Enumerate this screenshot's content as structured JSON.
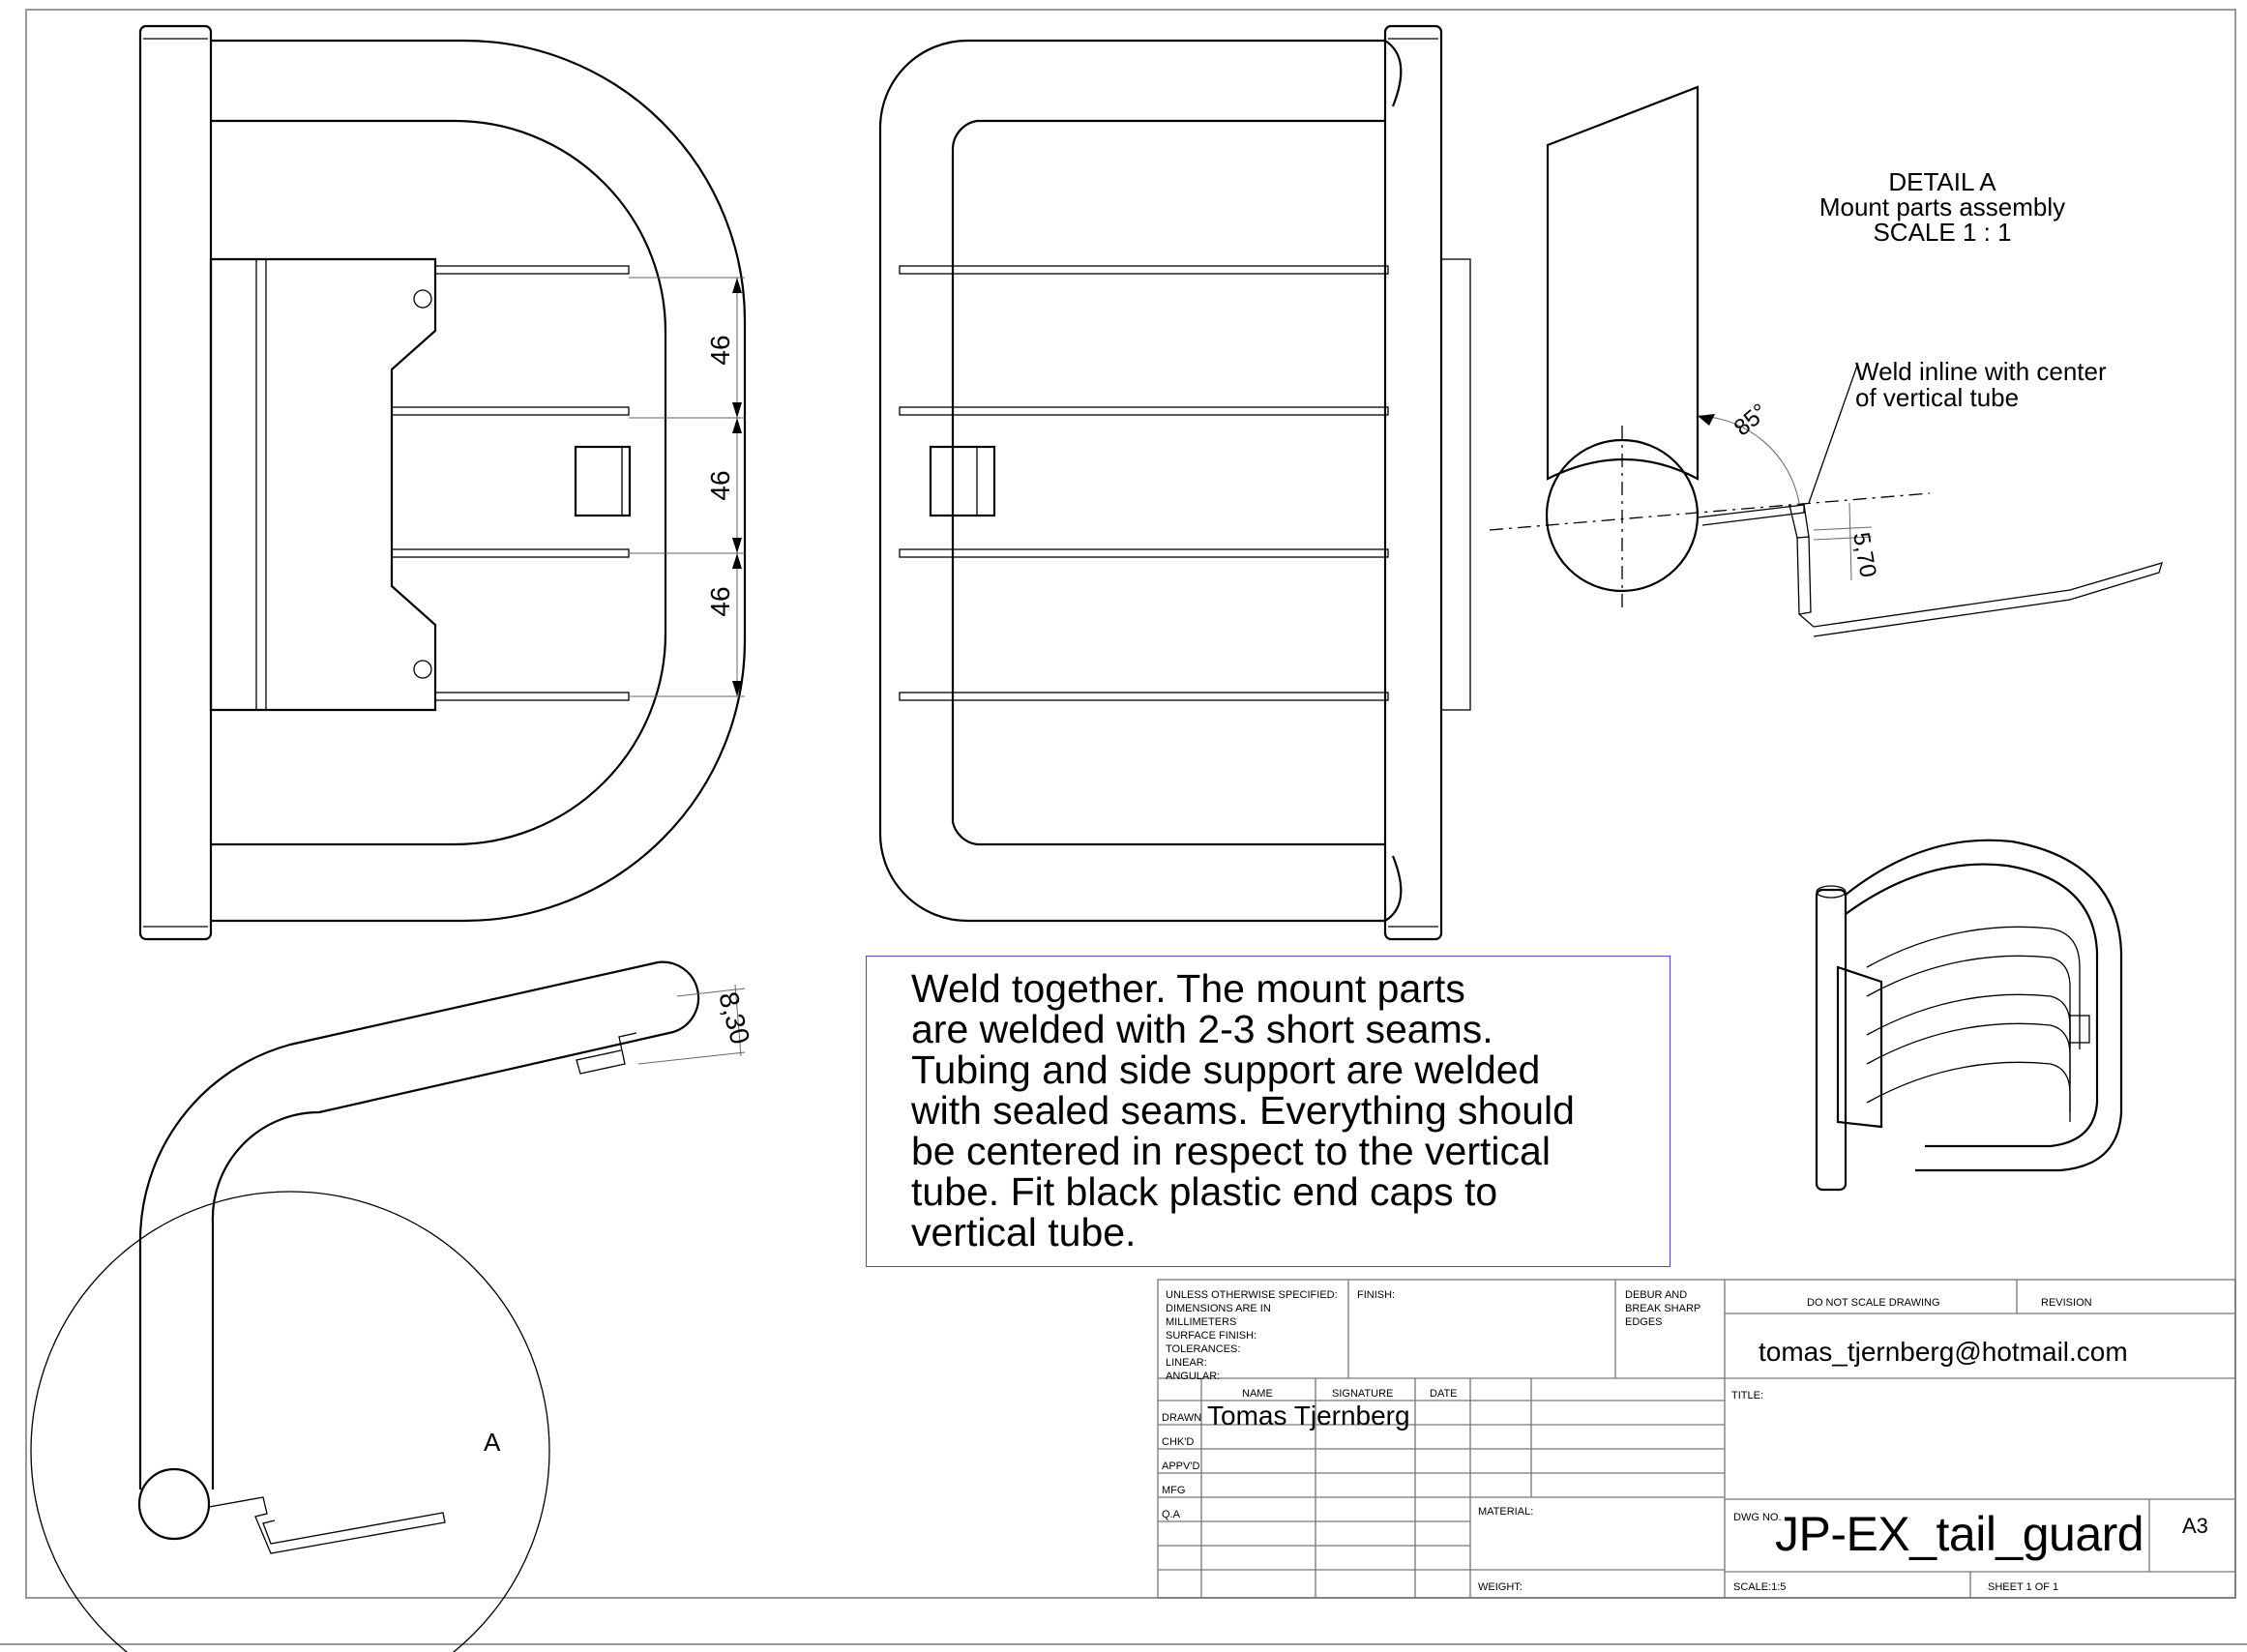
{
  "detail_view": {
    "title": "DETAIL A",
    "subtitle": "Mount parts assembly",
    "scale": "SCALE 1 : 1",
    "weld_note_line1": "Weld inline with center",
    "weld_note_line2": "of vertical tube",
    "angle_label": "85°",
    "offset_dim": "5,70"
  },
  "dimensions": {
    "spacing_1": "46",
    "spacing_2": "46",
    "spacing_3": "46",
    "side_dim": "8,30"
  },
  "detail_marker": "A",
  "note": "Weld together. The mount parts\nare welded with 2-3 short seams.\nTubing and side support are welded\nwith sealed seams. Everything should\nbe centered in respect to the vertical\ntube. Fit black plastic end caps to\nvertical tube.",
  "title_block": {
    "spec_text": "UNLESS OTHERWISE SPECIFIED:\nDIMENSIONS ARE IN MILLIMETERS\nSURFACE FINISH:\nTOLERANCES:\n   LINEAR:\n   ANGULAR:",
    "finish_label": "FINISH:",
    "debur_text": "DEBUR AND\nBREAK SHARP\nEDGES",
    "do_not_scale": "DO NOT SCALE DRAWING",
    "revision_label": "REVISION",
    "email": "tomas_tjernberg@hotmail.com",
    "title_label": "TITLE:",
    "col_name": "NAME",
    "col_signature": "SIGNATURE",
    "col_date": "DATE",
    "rows": [
      "DRAWN",
      "CHK'D",
      "APPV'D",
      "MFG",
      "Q.A"
    ],
    "drawn_name": "Tomas Tjernberg",
    "material_label": "MATERIAL:",
    "dwg_no_label": "DWG NO.",
    "dwg_no": "JP-EX_tail_guard",
    "sheet_size": "A3",
    "weight_label": "WEIGHT:",
    "scale_label": "SCALE:1:5",
    "sheet_label": "SHEET 1 OF 1"
  }
}
